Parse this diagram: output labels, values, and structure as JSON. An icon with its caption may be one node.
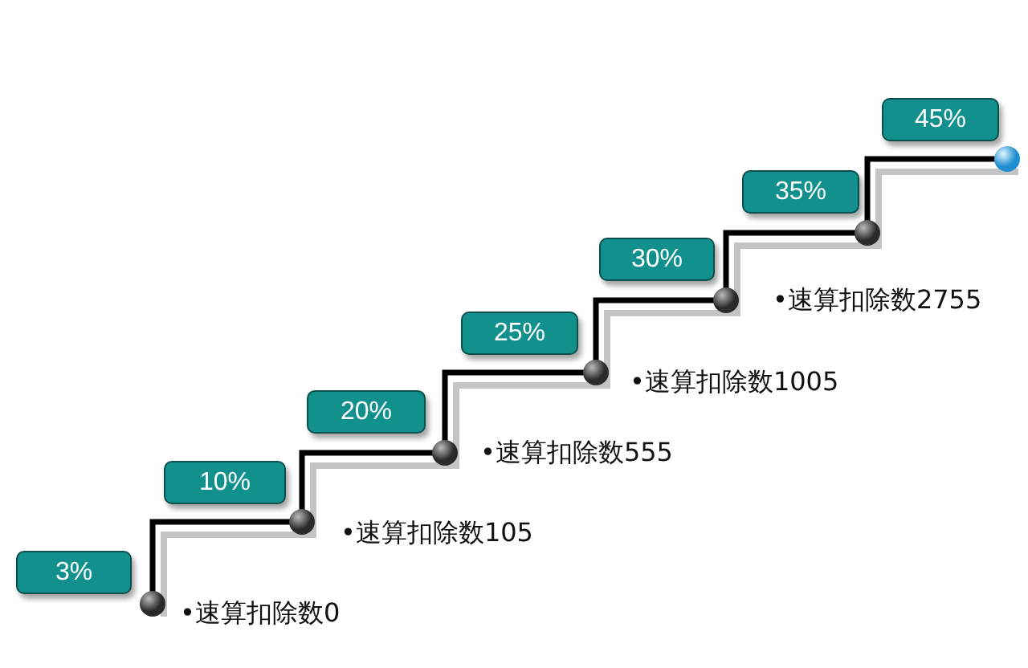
{
  "diagram": {
    "nodes": [
      {
        "text": [
          "3%"
        ]
      },
      {
        "text": [
          "10%"
        ]
      },
      {
        "text": [
          "20%"
        ]
      },
      {
        "text": [
          "25%"
        ]
      },
      {
        "text": [
          "30%"
        ]
      },
      {
        "text": [
          "35%"
        ]
      },
      {
        "text": [
          "45%"
        ]
      }
    ],
    "labels": [
      "•速算扣除数0",
      "•速算扣除数105",
      "•速算扣除数555",
      "•速算扣除数1005",
      "•速算扣除数2755"
    ]
  }
}
